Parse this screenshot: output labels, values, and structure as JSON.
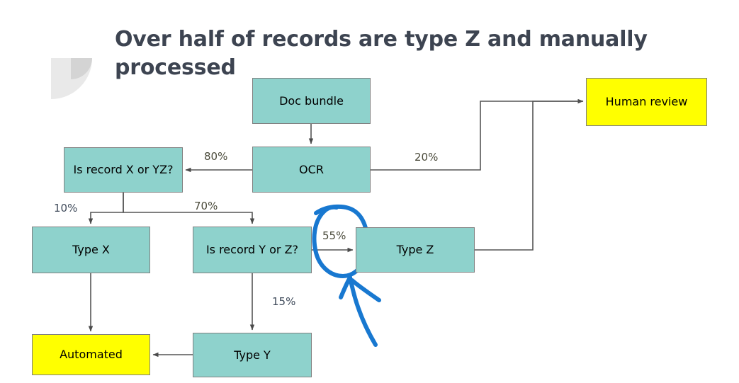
{
  "title": "Over half of records are type Z and manually\nprocessed",
  "colors": {
    "teal": "#8ed2cc",
    "yellow": "#ffff00",
    "node_border": "#808080",
    "title": "#3d4451",
    "edge": "#555555",
    "annotation_blue": "#1878d0",
    "decor_gray": "#e6e6e6",
    "decor_gray_dark": "#d2d2d2"
  },
  "nodes": [
    {
      "id": "doc-bundle",
      "label": "Doc bundle",
      "type": "teal"
    },
    {
      "id": "ocr",
      "label": "OCR",
      "type": "teal"
    },
    {
      "id": "is-x-or-yz",
      "label": "Is record X or YZ?",
      "type": "teal"
    },
    {
      "id": "human-review",
      "label": "Human review",
      "type": "yellow"
    },
    {
      "id": "type-x",
      "label": "Type X",
      "type": "teal"
    },
    {
      "id": "is-y-or-z",
      "label": "Is record Y or Z?",
      "type": "teal"
    },
    {
      "id": "type-z",
      "label": "Type Z",
      "type": "teal"
    },
    {
      "id": "automated",
      "label": "Automated",
      "type": "yellow"
    },
    {
      "id": "type-y",
      "label": "Type Y",
      "type": "teal"
    }
  ],
  "edge_labels": {
    "ocr_to_is_x_or_yz": "80%",
    "ocr_to_human_review": "20%",
    "is_x_or_yz_to_type_x": "10%",
    "is_x_or_yz_to_is_y_or_z": "70%",
    "is_y_or_z_to_type_z": "55%",
    "is_y_or_z_to_type_y": "15%"
  },
  "annotation": {
    "kind": "handwritten-ink",
    "color": "#1878d0",
    "highlighted_value": "55%",
    "shapes": [
      "ellipse-around-55-percent",
      "arrow-pointing-up-at-ellipse"
    ]
  },
  "chart_data": {
    "type": "diagram",
    "title": "Over half of records are type Z and manually processed",
    "flow": [
      {
        "from": "Doc bundle",
        "to": "OCR",
        "label": ""
      },
      {
        "from": "OCR",
        "to": "Is record X or YZ?",
        "label": "80%"
      },
      {
        "from": "OCR",
        "to": "Human review",
        "label": "20%"
      },
      {
        "from": "Is record X or YZ?",
        "to": "Type X",
        "label": "10%"
      },
      {
        "from": "Is record X or YZ?",
        "to": "Is record Y or Z?",
        "label": "70%"
      },
      {
        "from": "Is record Y or Z?",
        "to": "Type Z",
        "label": "55%"
      },
      {
        "from": "Is record Y or Z?",
        "to": "Type Y",
        "label": "15%"
      },
      {
        "from": "Type X",
        "to": "Automated",
        "label": ""
      },
      {
        "from": "Type Y",
        "to": "Automated",
        "label": ""
      },
      {
        "from": "Type Z",
        "to": "Human review",
        "label": ""
      }
    ]
  }
}
